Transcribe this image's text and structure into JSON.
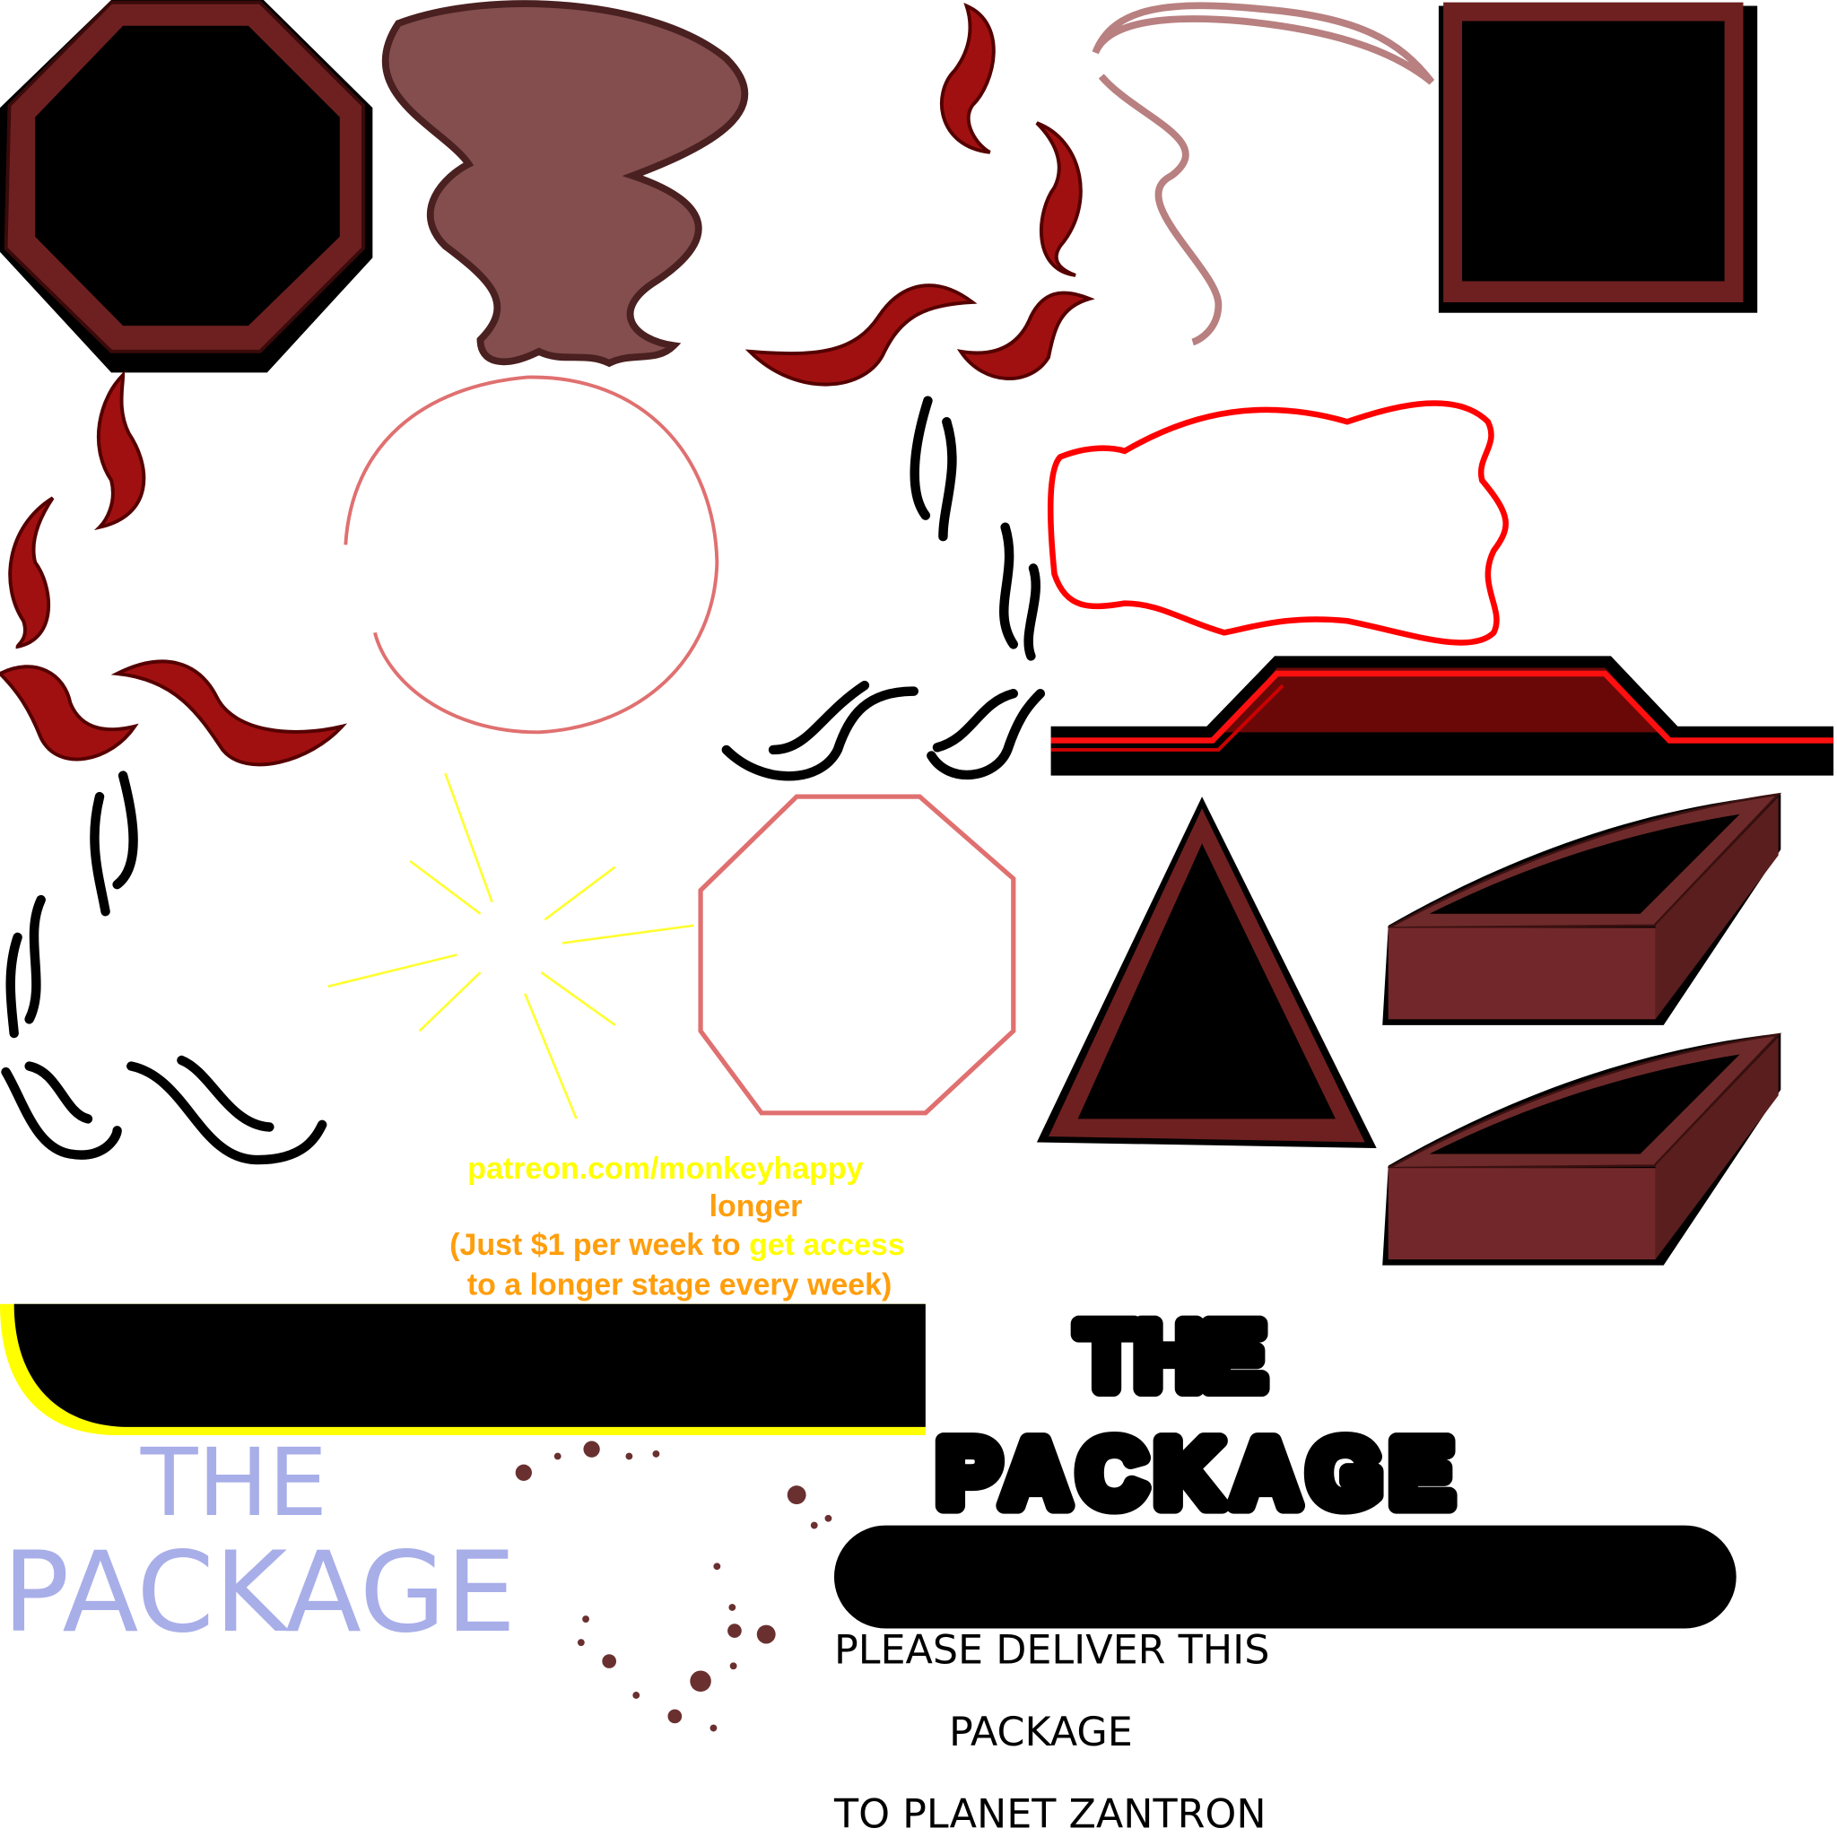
{
  "promo": {
    "line1": "patreon.com/monkeyhappy",
    "line2": "longer",
    "line3a": "(Just $1 per week to ",
    "line3b": "get access",
    "line4": "to a longer stage every week)"
  },
  "title_blue": {
    "line1": "THE",
    "line2": "PACKAGE"
  },
  "title_black": {
    "line1": "THE",
    "line2": "PACKAGE"
  },
  "message": {
    "line1": "PLEASE DELIVER THIS",
    "line2": "PACKAGE",
    "line3": "TO PLANET ZANTRON"
  },
  "colors": {
    "dark_red": "#6e2020",
    "flame_red": "#a01010",
    "brown": "#844e4e",
    "yellow": "#ffff00",
    "orange": "#ff9e0c",
    "lavender": "#a8aee8",
    "pink": "#e07070"
  }
}
